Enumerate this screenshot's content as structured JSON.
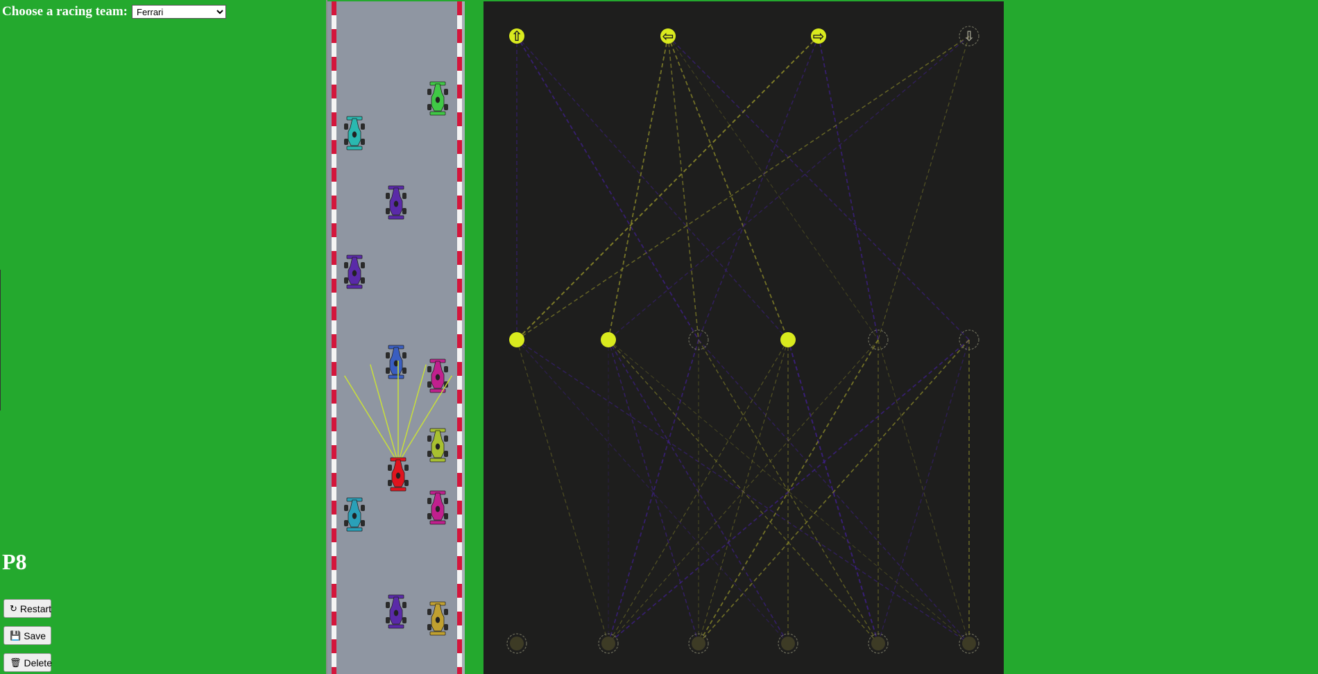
{
  "controls": {
    "team_label": "Choose a racing team:",
    "team_selected": "Ferrari",
    "team_options": [
      "Ferrari"
    ],
    "position": "P8",
    "restart_label": "Restart",
    "restart_icon": "↻",
    "save_label": "Save",
    "save_icon": "💾",
    "delete_label": "Delete",
    "delete_icon": "🗑"
  },
  "colors": {
    "grass": "#24a92e",
    "asphalt": "#8f96a2",
    "curb_red": "#d4163c",
    "network_bg": "#1e1e1d",
    "active_node": "#d9ea1e",
    "weight_positive": "#8f8d2a",
    "weight_negative": "#3e1f8a",
    "sensor_ray": "#c9e03a",
    "player_car": "#e0141e"
  },
  "network": {
    "output_icons": [
      "up-arrow-icon",
      "left-arrow-icon",
      "right-arrow-icon",
      "down-arrow-icon"
    ],
    "output_glyphs": [
      "⇧",
      "⇦",
      "⇨",
      "⇩"
    ],
    "layers": [
      [
        {
          "active": true,
          "glyph": 0
        },
        {
          "active": true,
          "glyph": 1
        },
        {
          "active": true,
          "glyph": 2
        },
        {
          "active": false,
          "glyph": 3
        }
      ],
      [
        {
          "active": true
        },
        {
          "active": true
        },
        {
          "active": false
        },
        {
          "active": true
        },
        {
          "active": false
        },
        {
          "active": false
        }
      ],
      [
        {
          "active": false
        },
        {
          "active": false
        },
        {
          "active": false
        },
        {
          "active": false
        },
        {
          "active": false
        },
        {
          "active": false
        }
      ]
    ]
  },
  "cars": {
    "player": {
      "team": "Ferrari",
      "color": "#e0141e",
      "lane": 1,
      "sensors": 5
    },
    "traffic": [
      {
        "color": "#40c846",
        "lane": 2,
        "row": 0
      },
      {
        "color": "#2ab8b0",
        "lane": 0,
        "row": 1
      },
      {
        "color": "#5a2aa8",
        "lane": 1,
        "row": 2
      },
      {
        "color": "#5a2aa8",
        "lane": 0,
        "row": 3
      },
      {
        "color": "#3a5ec0",
        "lane": 1,
        "row": 4
      },
      {
        "color": "#c0208e",
        "lane": 2,
        "row": 5
      },
      {
        "color": "#a8c030",
        "lane": 2,
        "row": 6
      },
      {
        "color": "#2aa0b8",
        "lane": 0,
        "row": 7
      },
      {
        "color": "#c0208e",
        "lane": 2,
        "row": 8
      },
      {
        "color": "#5a2aa8",
        "lane": 1,
        "row": 9
      },
      {
        "color": "#c0a030",
        "lane": 2,
        "row": 10
      }
    ]
  }
}
